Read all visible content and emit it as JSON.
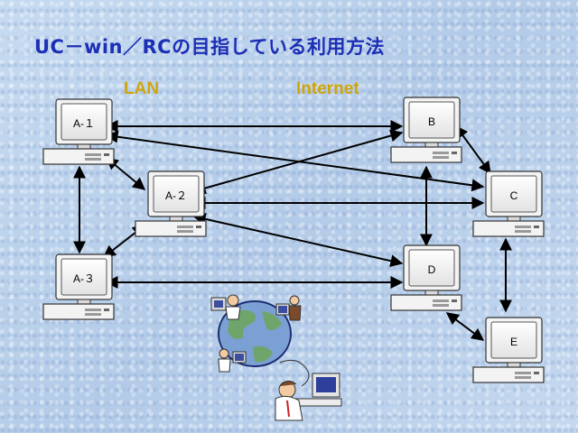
{
  "title": "UC－win／RCの目指している利用方法",
  "labels": {
    "lan": "LAN",
    "internet": "Internet"
  },
  "nodes": {
    "a1": "A-１",
    "a2": "A-２",
    "a3": "A-３",
    "b": "B",
    "c": "C",
    "d": "D",
    "e": "E"
  },
  "connections": [
    [
      "a1",
      "a2"
    ],
    [
      "a1",
      "a3"
    ],
    [
      "a1",
      "b"
    ],
    [
      "a1",
      "c"
    ],
    [
      "a2",
      "a3"
    ],
    [
      "a2",
      "b"
    ],
    [
      "a2",
      "c"
    ],
    [
      "a2",
      "d"
    ],
    [
      "a3",
      "d"
    ],
    [
      "b",
      "c"
    ],
    [
      "b",
      "d"
    ],
    [
      "c",
      "e"
    ],
    [
      "d",
      "e"
    ]
  ],
  "colors": {
    "title": "#1c2fb5",
    "labels": "#d0a40b",
    "arrows": "#000000"
  },
  "illustration": "people-with-computers-around-globe-clipart"
}
